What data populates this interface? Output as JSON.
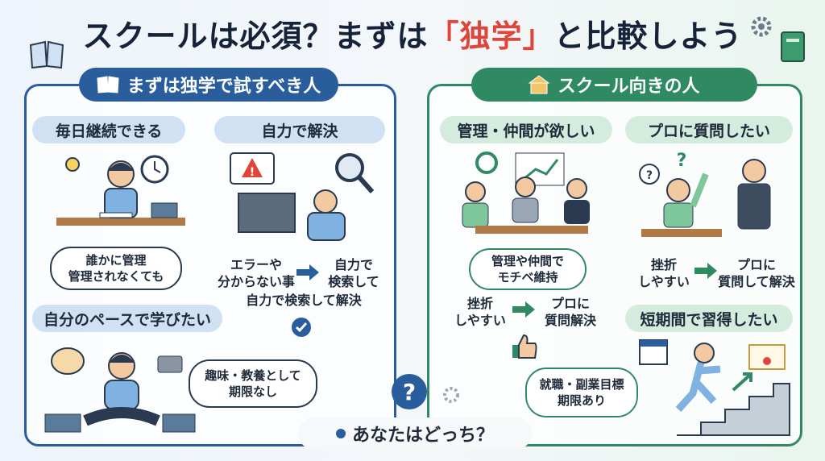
{
  "title": {
    "part1": "スクールは必須？まずは",
    "part2": "「独学」",
    "part3": "と比較しよう"
  },
  "left": {
    "header": "まずは独学で試すべき人",
    "cards": [
      {
        "title": "毎日継続できる",
        "bubble_line1": "誰かに管理",
        "bubble_line2": "管理されなくても"
      },
      {
        "title": "自力で解決",
        "flow_from_1": "エラーや",
        "flow_from_2": "分からない事",
        "flow_to_1": "自力で",
        "flow_to_2": "検索して",
        "summary": "自力で検索して解決"
      },
      {
        "title": "自分のペースで学びたい",
        "bubble_line1": "趣味・教養として",
        "bubble_line2": "期限なし"
      }
    ]
  },
  "right": {
    "header": "スクール向きの人",
    "cards": [
      {
        "title": "管理・仲間が欲しい",
        "bubble_line1": "管理や仲間で",
        "bubble_line2": "モチベ維持",
        "flow_from_1": "挫折",
        "flow_from_2": "しやすい",
        "flow_to_1": "プロに",
        "flow_to_2": "質問解決"
      },
      {
        "title": "プロに質問したい",
        "flow_from_1": "挫折",
        "flow_from_2": "しやすい",
        "flow_to_1": "プロに",
        "flow_to_2": "質問して解決"
      },
      {
        "title": "短期間で習得したい",
        "bubble_line1": "就職・副業目標",
        "bubble_line2": "期限あり"
      }
    ]
  },
  "bottom_question": "あなたはどっち？",
  "colors": {
    "blue": "#2a5d9c",
    "green": "#2f8a63",
    "red": "#e0453b"
  }
}
